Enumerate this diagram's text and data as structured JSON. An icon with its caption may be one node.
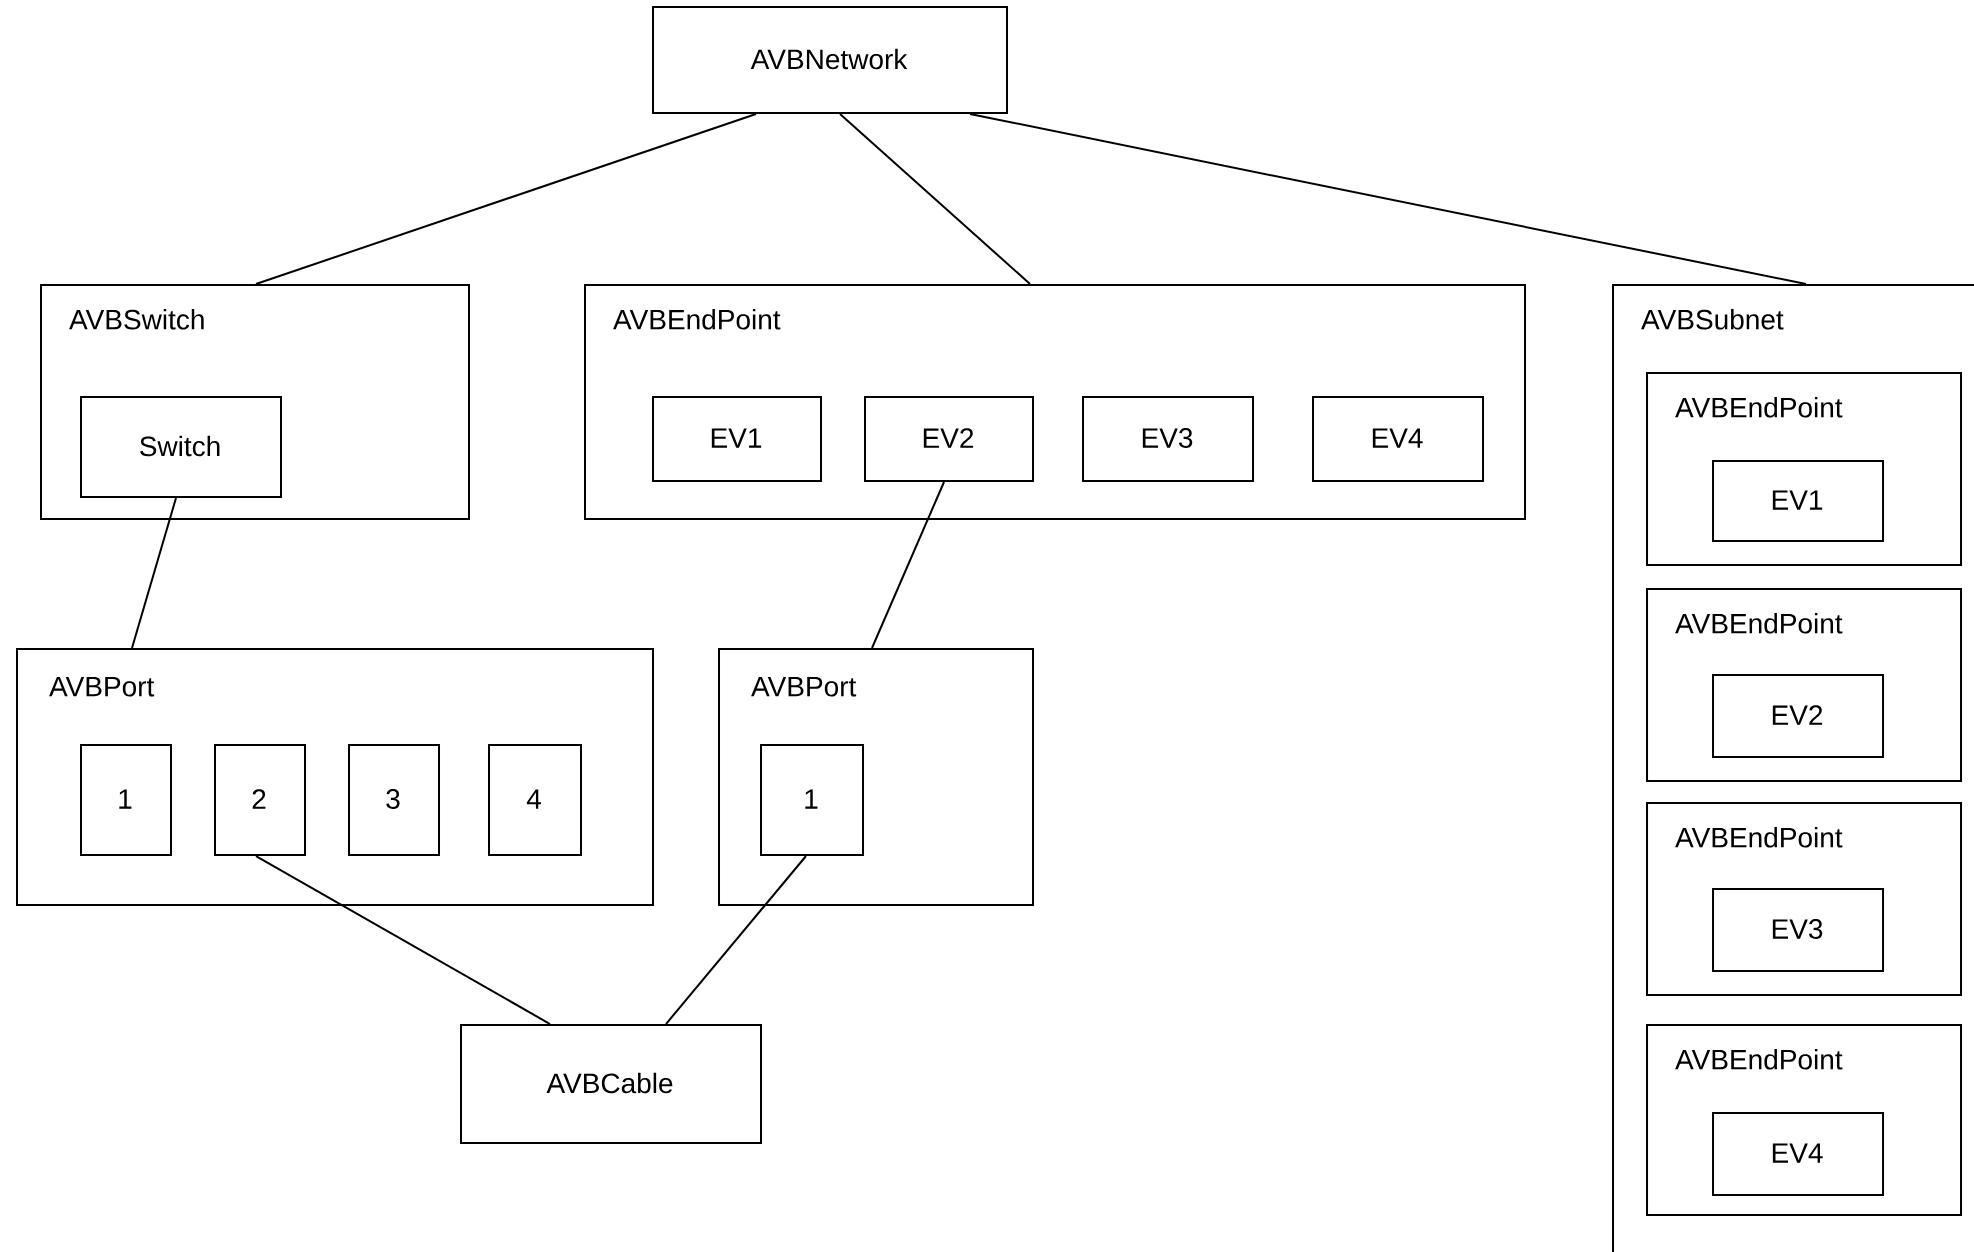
{
  "diagram": {
    "nodes": [
      {
        "text": [
          "AVBNetwork"
        ]
      },
      {
        "text": [
          "AVBSwitch"
        ]
      },
      {
        "text": [
          "Switch"
        ],
        "in": 1
      },
      {
        "text": [
          "AVBEndPoint"
        ]
      },
      {
        "text": [
          "EV1"
        ],
        "in": 3
      },
      {
        "text": [
          "EV2"
        ],
        "in": 3
      },
      {
        "text": [
          "EV3"
        ],
        "in": 3
      },
      {
        "text": [
          "EV4"
        ],
        "in": 3
      },
      {
        "text": [
          "AVBSubnet"
        ]
      },
      {
        "text": [
          "AVBEndPoint"
        ],
        "in": 8
      },
      {
        "text": [
          "EV1"
        ],
        "in": 9
      },
      {
        "text": [
          "AVBEndPoint"
        ],
        "in": 8
      },
      {
        "text": [
          "EV2"
        ],
        "in": 11
      },
      {
        "text": [
          "AVBEndPoint"
        ],
        "in": 8
      },
      {
        "text": [
          "EV3"
        ],
        "in": 13
      },
      {
        "text": [
          "AVBEndPoint"
        ],
        "in": 8
      },
      {
        "text": [
          "EV4"
        ],
        "in": 15
      },
      {
        "text": [
          "AVBPort"
        ]
      },
      {
        "text": [
          "1"
        ],
        "in": 17
      },
      {
        "text": [
          "2"
        ],
        "in": 17
      },
      {
        "text": [
          "3"
        ],
        "in": 17
      },
      {
        "text": [
          "4"
        ],
        "in": 17
      },
      {
        "text": [
          "AVBPort"
        ]
      },
      {
        "text": [
          "1"
        ],
        "in": 22
      },
      {
        "text": [
          "AVBCable"
        ]
      }
    ],
    "edges": [
      {
        "from": 0,
        "to": 1,
        "arrow": "none"
      },
      {
        "from": 0,
        "to": 3,
        "arrow": "none"
      },
      {
        "from": 0,
        "to": 8,
        "arrow": "none"
      },
      {
        "from": 2,
        "to": 17,
        "arrow": "none"
      },
      {
        "from": 5,
        "to": 22,
        "arrow": "none"
      },
      {
        "from": 19,
        "to": 24,
        "arrow": "none"
      },
      {
        "from": 23,
        "to": 24,
        "arrow": "none"
      }
    ]
  }
}
